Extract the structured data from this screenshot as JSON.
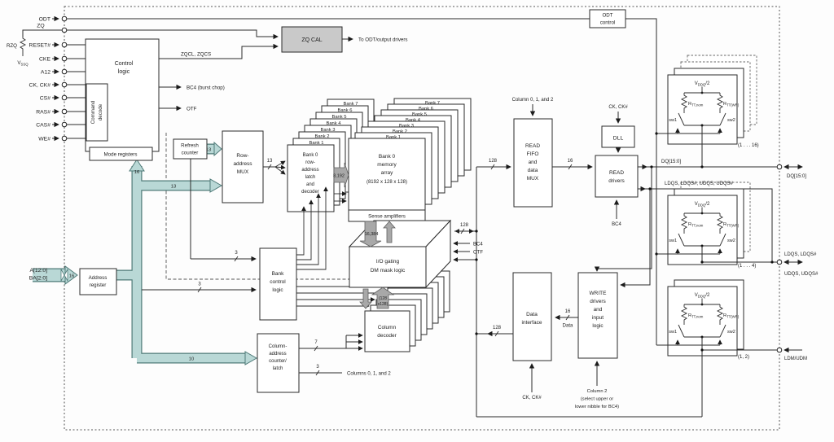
{
  "pins": [
    "ODT",
    "ZQ",
    "RESET#",
    "CKE",
    "A12",
    "CK, CK#",
    "CS#",
    "RAS#",
    "CAS#",
    "WE#"
  ],
  "pin_extras": {
    "rzq": "RZQ",
    "vssq_base": "V",
    "vssq_sub": "SSQ",
    "addr_a": "A[12:0]",
    "addr_ba": "BA[2:0]"
  },
  "top": {
    "zqcal": "ZQ CAL",
    "zq_out": "To ODT/output drivers",
    "zqcl": "ZQCL, ZQCS",
    "bc4": "BC4 (burst chop)",
    "otf": "OTF",
    "odt_ctl_1": "ODT",
    "odt_ctl_2": "control"
  },
  "blocks": {
    "control_1": "Control",
    "control_2": "logic",
    "cmd_1": "Command",
    "cmd_2": "decode",
    "mode": "Mode registers",
    "refresh_1": "Refresh",
    "refresh_2": "counter",
    "rowmux_1": "Row-",
    "rowmux_2": "address",
    "rowmux_3": "MUX",
    "addrreg_1": "Address",
    "addrreg_2": "register",
    "bankctl_1": "Bank",
    "bankctl_2": "control",
    "bankctl_3": "logic",
    "colcnt_1": "Column-",
    "colcnt_2": "address",
    "colcnt_3": "counter/",
    "colcnt_4": "latch",
    "coldec_1": "Column",
    "coldec_2": "decoder",
    "latch_1": "Bank 0",
    "latch_2": "row-",
    "latch_3": "address",
    "latch_4": "latch",
    "latch_5": "and",
    "latch_6": "decoder",
    "mem_1": "Bank 0",
    "mem_2": "memory",
    "mem_3": "array",
    "mem_4": "(8192 x 128 x 128)",
    "sense": "Sense amplifiers",
    "iog_1": "I/O gating",
    "iog_2": "DM mask logic",
    "readfifo_1": "READ",
    "readfifo_2": "FIFO",
    "readfifo_3": "and",
    "readfifo_4": "data",
    "readfifo_5": "MUX",
    "dll": "DLL",
    "readdrv_1": "READ",
    "readdrv_2": "drivers",
    "datain_1": "Data",
    "datain_2": "interface",
    "write_1": "WRITE",
    "write_2": "drivers",
    "write_3": "and",
    "write_4": "input",
    "write_5": "logic"
  },
  "stacks": {
    "mem": [
      "Bank 1",
      "Bank 2",
      "Bank 3",
      "Bank 4",
      "Bank 5",
      "Bank 6",
      "Bank 7"
    ],
    "latch": [
      "Bank 1",
      "Bank 2",
      "Bank 3",
      "Bank 4",
      "Bank 5",
      "Bank 6",
      "Bank 7"
    ]
  },
  "bus": {
    "b16_addr": "16",
    "b16_mode": "16",
    "b13_mux": "13",
    "b13_ref": "13",
    "b13_row": "13",
    "b10": "10",
    "b3_bank_a": "3",
    "b3_bank_b": "3",
    "b7": "7",
    "b3_col": "3",
    "b8192": "8,192",
    "b16384": "16,384",
    "b128x_1": "(128",
    "b128x_2": "x128)",
    "b128_fifo": "128",
    "b16_read": "16",
    "b128_io": "128",
    "bc4_io": "BC4",
    "otf_io": "OTF",
    "b128_di": "128",
    "b16_w": "16",
    "data_w": "Data"
  },
  "labels": {
    "col012_fifo": "Column 0, 1, and 2",
    "ck_dll": "CK, CK#",
    "ck_di": "CK, CK#",
    "bc4_rd": "BC4",
    "col2_1": "Column 2",
    "col2_2": "(select upper or",
    "col2_3": "lower nibble for BC4)",
    "cols012": "Columns 0, 1, and 2",
    "dq_int": "DQ[15:0]",
    "dqs_int": "LDQS, LDQS#, UDQS, UDQS#",
    "dq_ext": "DQ[15:0]",
    "ldqs_ext": "LDQS, LDQS#",
    "udqs_ext": "UDQS, UDQS#",
    "ldm_ext": "LDM/UDM"
  },
  "odt": {
    "vdd_base": "V",
    "vdd_sub": "DDQ",
    "vdd_rest": "/2",
    "r1_base": "R",
    "r1_sub": "TT,nom",
    "r2_base": "R",
    "r2_sub": "TT(WR)",
    "sw1": "sw1",
    "sw2": "sw2",
    "count1": "(1 . . . 16)",
    "count2": "(1 . . . 4)",
    "count3": "(1, 2)"
  },
  "colors": {
    "teal_fill": "#b9d8d6",
    "teal_stroke": "#4f7a78",
    "gray_arrow": "#a8a8a8",
    "line": "#2b2b2b"
  }
}
